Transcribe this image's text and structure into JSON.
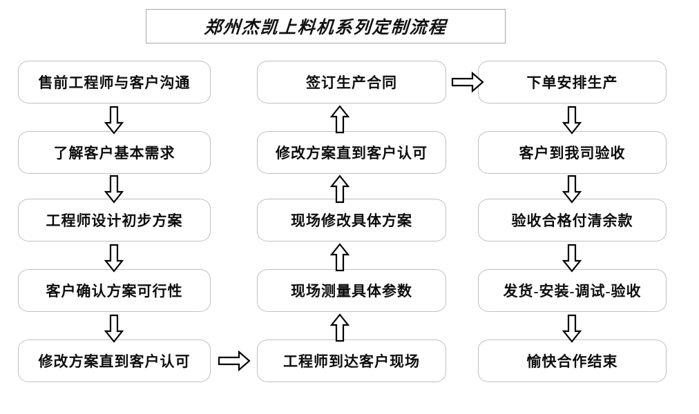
{
  "title": {
    "text": "郑州杰凯上料机系列定制流程"
  },
  "columns": [
    {
      "id": "column-1",
      "direction": "down",
      "steps": [
        "售前工程师与客户沟通",
        "了解客户基本需求",
        "工程师设计初步方案",
        "客户确认方案可行性",
        "修改方案直到客户认可"
      ]
    },
    {
      "id": "column-2",
      "direction": "up",
      "steps": [
        "签订生产合同",
        "修改方案直到客户认可",
        "现场修改具体方案",
        "现场测量具体参数",
        "工程师到达客户现场"
      ]
    },
    {
      "id": "column-3",
      "direction": "down",
      "steps": [
        "下单安排生产",
        "客户到我司验收",
        "验收合格付清余款",
        "发货-安装-调试-验收",
        "愉快合作结束"
      ]
    }
  ],
  "connectors": {
    "col1_to_col2": "arrow-right",
    "col2_to_col3": "arrow-right",
    "col1_internal": "arrow-down",
    "col2_internal": "arrow-up",
    "col3_internal": "arrow-down"
  },
  "colors": {
    "box_border": "#bfbfbf",
    "title_border": "#a6a6a6",
    "text": "#0d0d0d",
    "arrow_stroke": "#000000",
    "background": "#ffffff"
  }
}
